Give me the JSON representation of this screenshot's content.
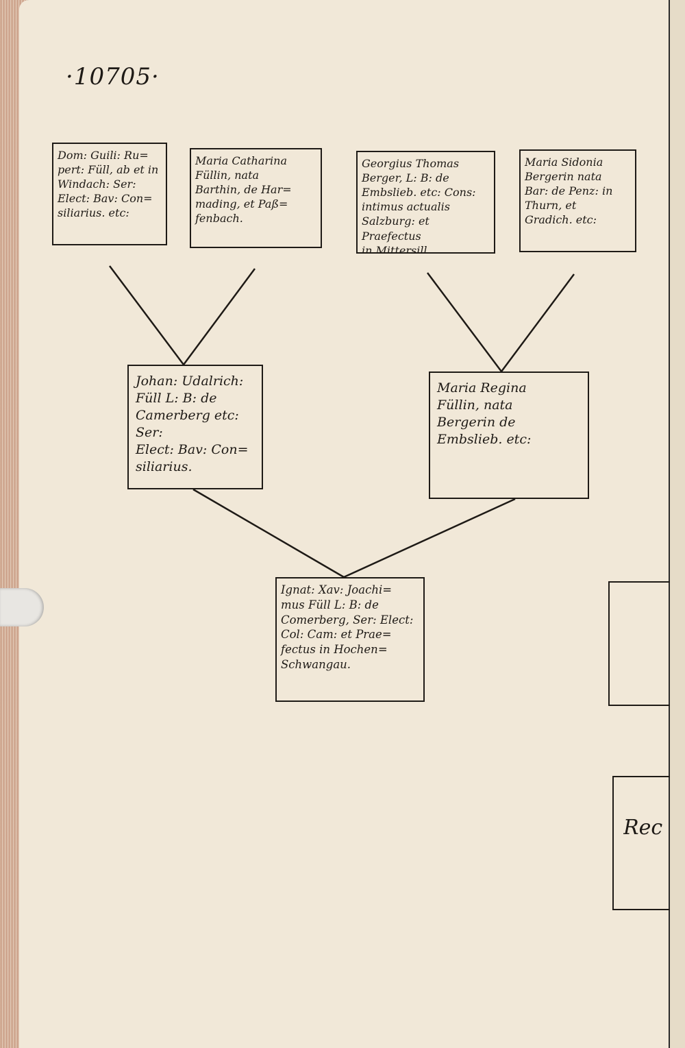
{
  "folio": "·10705·",
  "tree": {
    "great_grandparents": [
      "Dom: Guili: Ru=\npert: Füll, ab et in\nWindach: Ser:\nElect: Bav: Con=\nsiliarius. etc:",
      "Maria Catharina\nFüllin, nata\nBarthin, de Har=\nmading, et Paß=\nfenbach.",
      "Georgius Thomas\nBerger, L: B: de\nEmbslieb. etc: Cons:\nintimus actualis\nSalzburg: et Praefectus\nin Mittersill.",
      "Maria Sidonia\nBergerin nata\nBar: de Penz: in\nThurn, et\nGradich. etc:"
    ],
    "grandparents": [
      "Johan: Udalrich:\nFüll L: B: de\nCamerberg etc: Ser:\nElect: Bav: Con=\nsiliarius.",
      "Maria Regina\nFüllin, nata\nBergerin de\nEmbslieb. etc:"
    ],
    "subject": "Ignat: Xav: Joachi=\nmus Füll L: B: de\nComerberg, Ser: Elect:\nCol: Cam: et Prae=\nfectus in Hochen=\nSchwangau."
  },
  "adjacent_page": {
    "fragment_text": "Rec"
  }
}
